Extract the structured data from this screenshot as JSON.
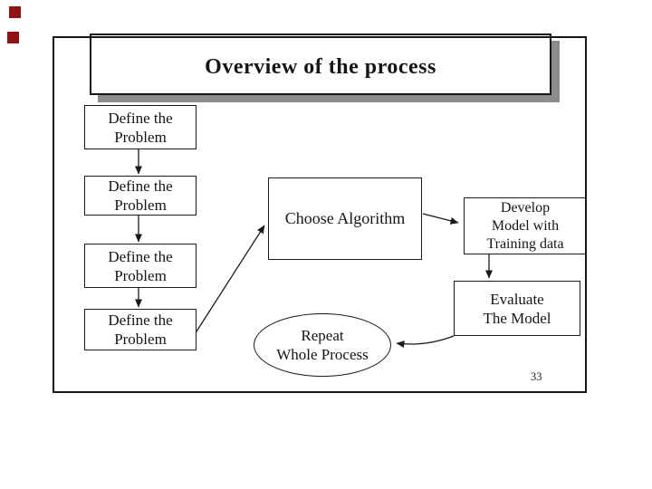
{
  "slide": {
    "title": "Overview of the process",
    "page_number": "33"
  },
  "flowchart": {
    "define_boxes": [
      {
        "line1": "Define the",
        "line2": "Problem"
      },
      {
        "line1": "Define the",
        "line2": "Problem"
      },
      {
        "line1": "Define the",
        "line2": "Problem"
      },
      {
        "line1": "Define the",
        "line2": "Problem"
      }
    ],
    "choose": {
      "label": "Choose Algorithm"
    },
    "develop": {
      "line1": "Develop",
      "line2": "Model with",
      "line3": "Training data"
    },
    "evaluate": {
      "line1": "Evaluate",
      "line2": "The Model"
    },
    "repeat": {
      "line1": "Repeat",
      "line2": "Whole Process"
    }
  },
  "colors": {
    "background": "#ffffff",
    "line": "#1a1a1a",
    "title_shadow": "#8c8c8c",
    "corner_marker_red": "#8e1414"
  }
}
